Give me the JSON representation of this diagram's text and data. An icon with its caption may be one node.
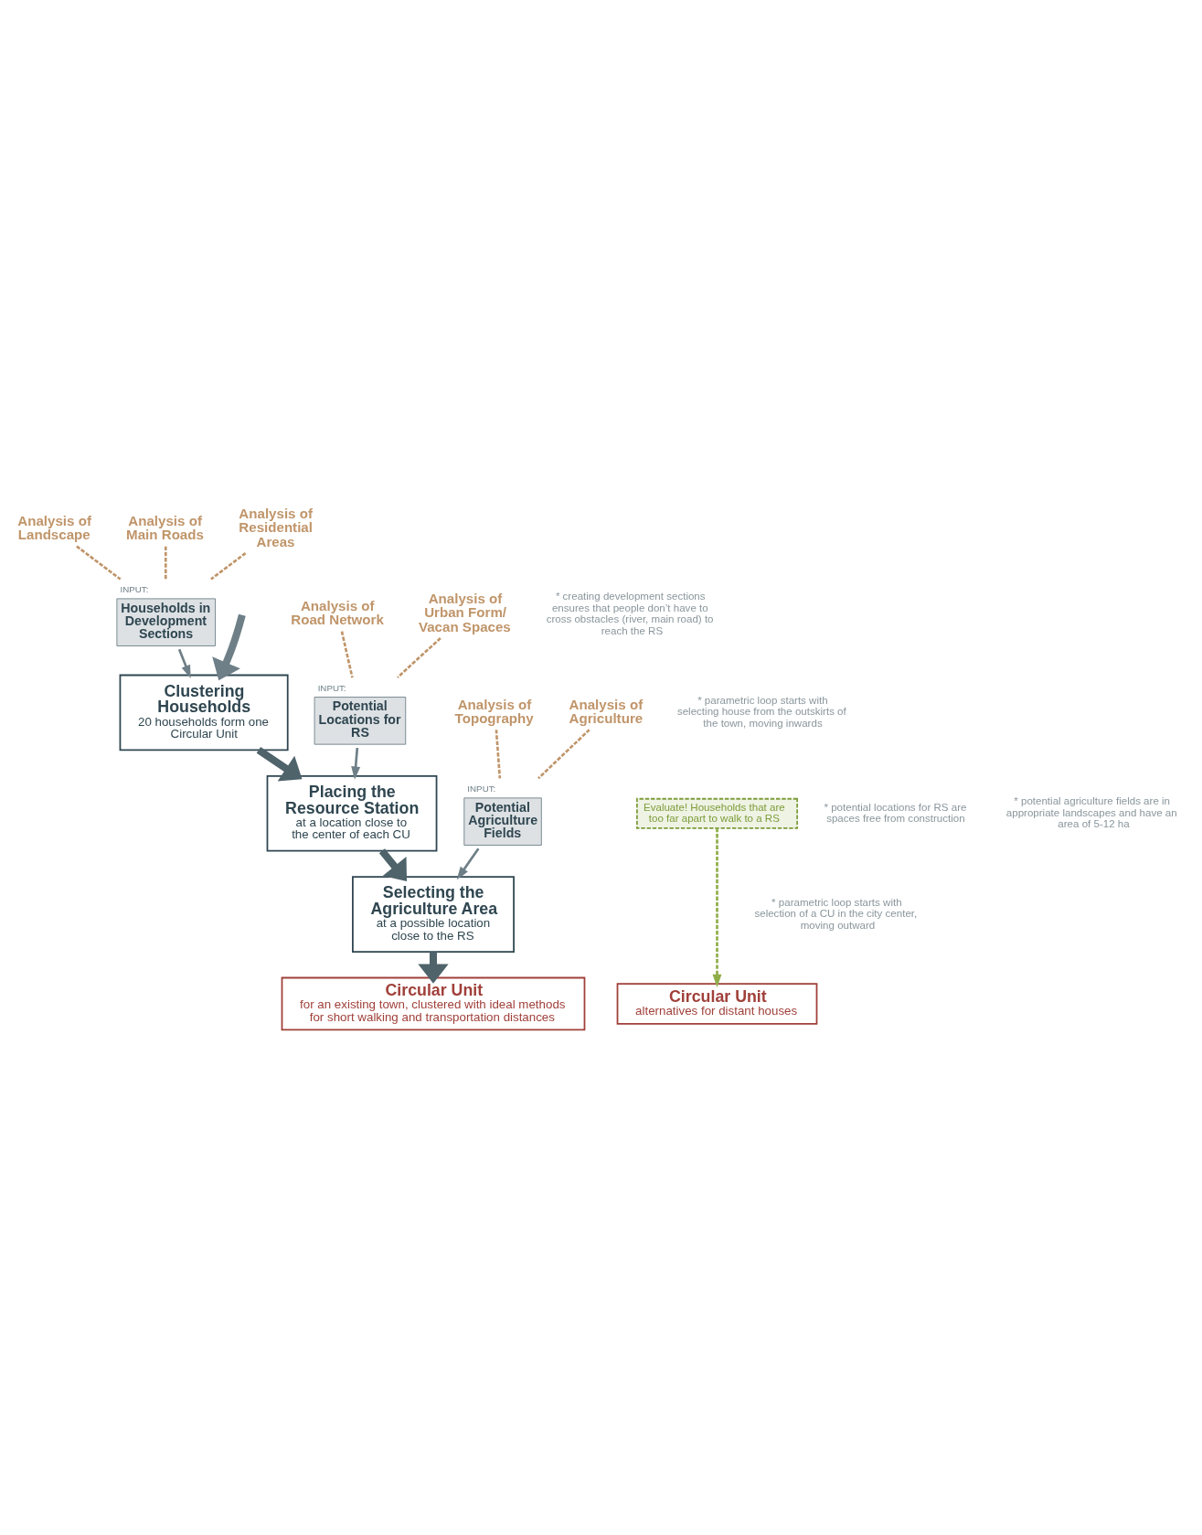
{
  "diagram": {
    "nodes": [
      {
        "text": [
          "Analysis of Landscape"
        ]
      },
      {
        "text": [
          "Analysis of Main Roads"
        ]
      },
      {
        "text": [
          "Analysis of Residential Areas"
        ]
      },
      {
        "text": [
          "INPUT:",
          "Households in Development Sections"
        ]
      },
      {
        "text": [
          "Clustering Households",
          "20 households form one Circular Unit"
        ]
      },
      {
        "text": [
          "Analysis of Road Network"
        ]
      },
      {
        "text": [
          "Analysis of Urban Form/ Vacan Spaces"
        ]
      },
      {
        "text": [
          "INPUT:",
          "Potential Locations for RS"
        ]
      },
      {
        "text": [
          "Placing the Resource Station",
          "at a location close to the center of each CU"
        ]
      },
      {
        "text": [
          "Analysis of Topography"
        ]
      },
      {
        "text": [
          "Analysis of Agriculture"
        ]
      },
      {
        "text": [
          "INPUT:",
          "Potential Agriculture Fields"
        ]
      },
      {
        "text": [
          "Selecting the Agriculture Area",
          "at a possible location close to the RS"
        ]
      },
      {
        "text": [
          "Evaluate! Households that are too far apart to walk to a RS"
        ]
      },
      {
        "text": [
          "Circular Unit",
          "for an existing town, clustered with ideal methods for short walking and transportation distances"
        ]
      },
      {
        "text": [
          "Circular Unit",
          "alternatives for distant houses"
        ]
      }
    ],
    "edges": [
      {
        "from": null,
        "to": 4,
        "arrow": "to",
        "style": "thick",
        "color": "#6e7f87"
      },
      {
        "from": 0,
        "to": 3,
        "arrow": "none",
        "style": "dashed",
        "color": "#c0956a"
      },
      {
        "from": 1,
        "to": 3,
        "arrow": "none",
        "style": "dashed",
        "color": "#c0956a"
      },
      {
        "from": 2,
        "to": 3,
        "arrow": "none",
        "style": "dashed",
        "color": "#c0956a"
      },
      {
        "from": 3,
        "to": 4,
        "arrow": "to",
        "color": "#6e7f87"
      },
      {
        "from": 4,
        "to": 8,
        "arrow": "to",
        "style": "thick",
        "color": "#4f636b"
      },
      {
        "from": 5,
        "to": 7,
        "arrow": "none",
        "style": "dashed",
        "color": "#c0956a"
      },
      {
        "from": 6,
        "to": 7,
        "arrow": "none",
        "style": "dashed",
        "color": "#c0956a"
      },
      {
        "from": 7,
        "to": 8,
        "arrow": "to",
        "color": "#6e7f87"
      },
      {
        "from": 8,
        "to": 12,
        "arrow": "to",
        "style": "thick",
        "color": "#4f636b"
      },
      {
        "from": 9,
        "to": 11,
        "arrow": "none",
        "style": "dashed",
        "color": "#c0956a"
      },
      {
        "from": 10,
        "to": 11,
        "arrow": "none",
        "style": "dashed",
        "color": "#c0956a"
      },
      {
        "from": 11,
        "to": 12,
        "arrow": "to",
        "color": "#6e7f87"
      },
      {
        "from": 12,
        "to": 14,
        "arrow": "to",
        "style": "thick",
        "color": "#4f636b"
      },
      {
        "from": 13,
        "to": 15,
        "arrow": "to",
        "style": "dashed",
        "color": "#8fae4a"
      }
    ],
    "labels": [
      "* creating development sections ensures that people don’t have to cross obstacles (river, main road) to reach the RS",
      "* parametric loop starts with selecting house from the outskirts of the town, moving inwards",
      "* potential locations for RS are spaces free from construction",
      "* potential agriculture fields are in appropriate landscapes and have an area of 5-12 ha",
      "* parametric loop starts with selection of a CU in the city center, moving outward"
    ]
  }
}
